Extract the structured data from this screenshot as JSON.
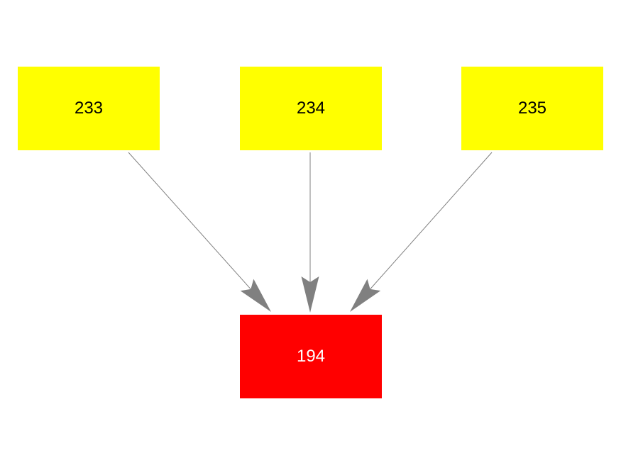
{
  "nodes": [
    {
      "id": "233",
      "label": "233",
      "fill": "#ffff00",
      "text_color": "#000000"
    },
    {
      "id": "234",
      "label": "234",
      "fill": "#ffff00",
      "text_color": "#000000"
    },
    {
      "id": "235",
      "label": "235",
      "fill": "#ffff00",
      "text_color": "#000000"
    },
    {
      "id": "194",
      "label": "194",
      "fill": "#ff0000",
      "text_color": "#ffffff"
    }
  ],
  "edges": [
    {
      "from": "233",
      "to": "194"
    },
    {
      "from": "234",
      "to": "194"
    },
    {
      "from": "235",
      "to": "194"
    }
  ],
  "edge_color": "#808080"
}
